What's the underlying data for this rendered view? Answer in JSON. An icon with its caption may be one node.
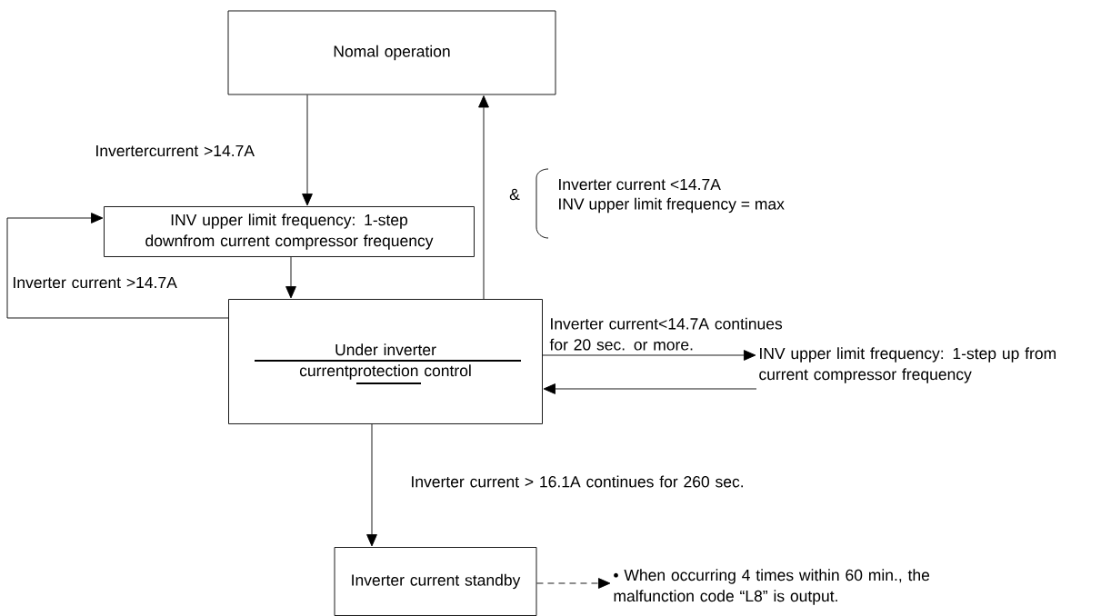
{
  "diagram": {
    "nodes": [
      {
        "text": [
          "Nomal operation"
        ]
      },
      {
        "text": [
          "INV upper limit frequency: 1-step downfrom current compressor frequency"
        ]
      },
      {
        "text": [
          "Under inverter currentprotection control"
        ]
      },
      {
        "text": [
          "INV upper limit frequency: 1-step up from current compressor frequency"
        ]
      },
      {
        "text": [
          "Inverter current standby"
        ]
      },
      {
        "text": [
          "• When occurring 4 times within 60 min., the malfunction code “L8” is output."
        ]
      }
    ],
    "edges": [
      {
        "from": 0,
        "to": 1,
        "arrow": "to",
        "label": "Invertercurrent >14.7A"
      },
      {
        "from": 1,
        "to": 2,
        "arrow": "to"
      },
      {
        "from": 2,
        "to": 0,
        "arrow": "to"
      },
      {
        "from": 2,
        "to": 1,
        "arrow": "to",
        "label": "Inverter current >14.7A"
      },
      {
        "from": 2,
        "to": 3,
        "arrow": "to",
        "label": "Inverter current<14.7A continues for 20 sec. or more."
      },
      {
        "from": 3,
        "to": 2,
        "arrow": "to"
      },
      {
        "from": 2,
        "to": 4,
        "arrow": "to",
        "label": "Inverter current > 16.1A continues for 260 sec."
      },
      {
        "from": 4,
        "to": 5,
        "arrow": "to",
        "style": "dashed"
      }
    ],
    "labels": [
      "&",
      "Inverter current <14.7A",
      "INV upper limit frequency = max"
    ]
  }
}
